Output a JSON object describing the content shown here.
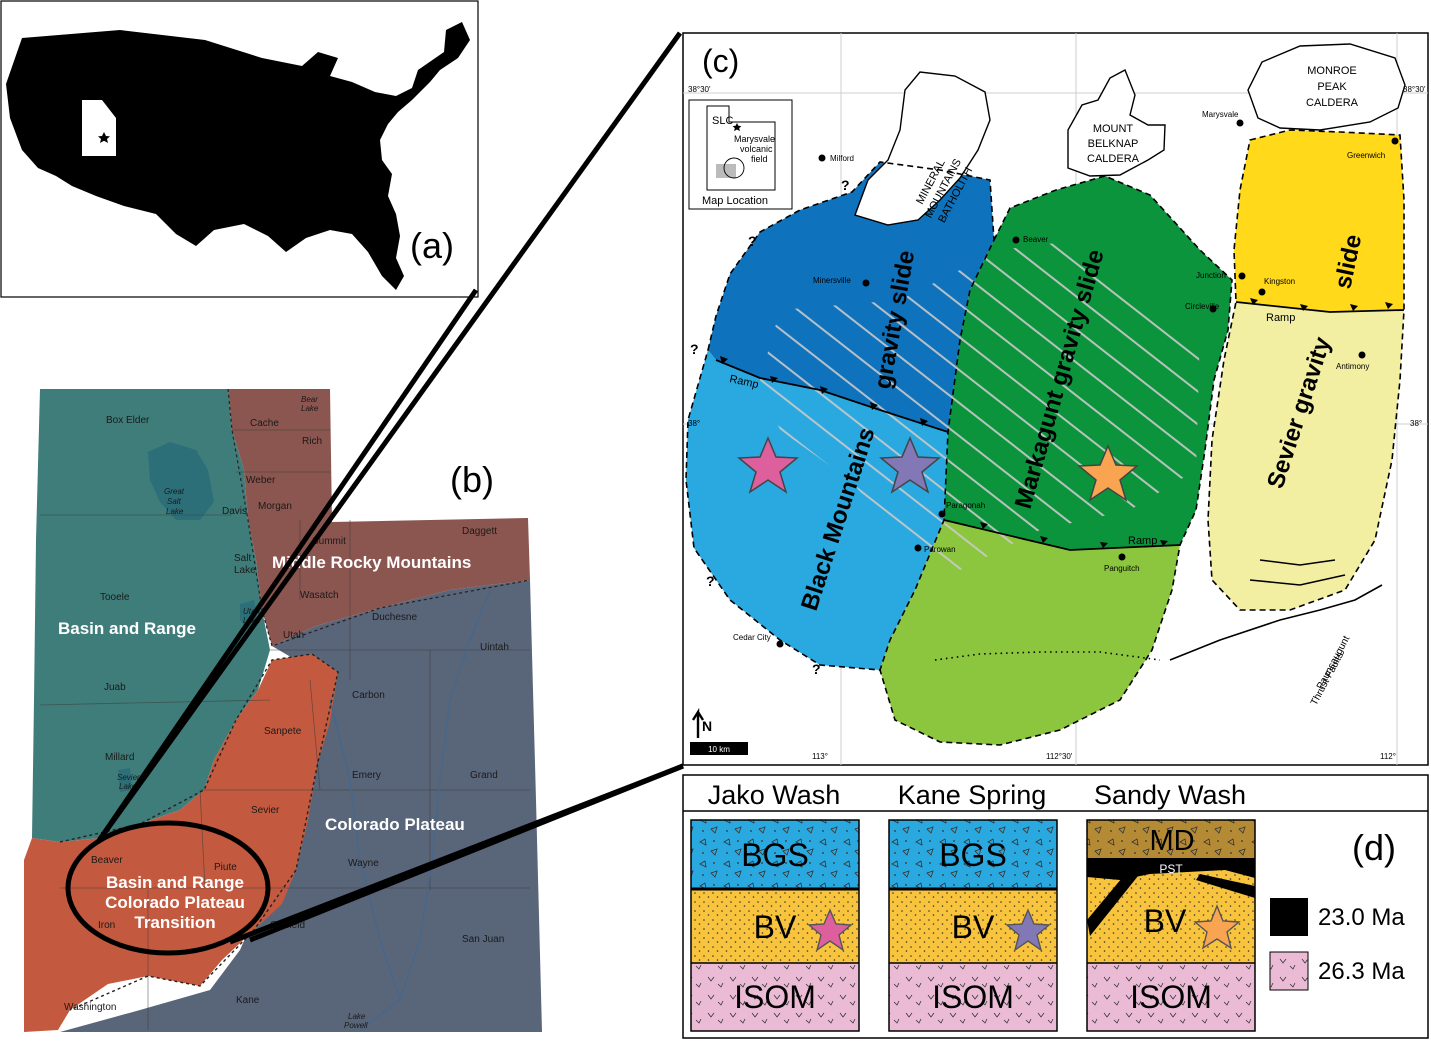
{
  "panels": {
    "a": "(a)",
    "b": "(b)",
    "c": "(c)",
    "d": "(d)"
  },
  "colors": {
    "basin_range": "#3f7d7a",
    "rocky": "#8b5650",
    "plateau": "#596579",
    "transition": "#c35a3f",
    "black_mtn_north": "#0f72bc",
    "black_mtn_south": "#2aa8e0",
    "markagunt_north": "#0c943d",
    "markagunt_south": "#8cc63f",
    "sevier_north": "#ffd91a",
    "sevier_south": "#f2eea2",
    "bgs": "#2aa8e0",
    "bv": "#f8c43d",
    "isom": "#ebbbd6",
    "md": "#b58a35",
    "star_pink": "#de5f9e",
    "star_purple": "#8378b6",
    "star_orange": "#f8a451"
  },
  "utah": {
    "regions": {
      "basin_range": "Basin and Range",
      "rocky": "Middle Rocky Mountains",
      "plateau": "Colorado Plateau",
      "transition_1": "Basin and Range",
      "transition_2": "Colorado Plateau",
      "transition_3": "Transition"
    },
    "counties": {
      "box_elder": "Box Elder",
      "cache": "Cache",
      "rich": "Rich",
      "weber": "Weber",
      "davis": "Davis",
      "morgan": "Morgan",
      "daggett": "Daggett",
      "summit": "Summit",
      "salt_lake_1": "Salt",
      "salt_lake_2": "Lake",
      "tooele": "Tooele",
      "wasatch": "Wasatch",
      "duchesne": "Duchesne",
      "uintah": "Uintah",
      "utah": "Utah",
      "juab": "Juab",
      "carbon": "Carbon",
      "sanpete": "Sanpete",
      "millard": "Millard",
      "emery": "Emery",
      "grand": "Grand",
      "sevier": "Sevier",
      "beaver": "Beaver",
      "piute": "Piute",
      "wayne": "Wayne",
      "garfield": "Garfield",
      "iron": "Iron",
      "san_juan": "San Juan",
      "washington": "Washington",
      "kane": "Kane"
    },
    "water": {
      "bear_lake_1": "Bear",
      "bear_lake_2": "Lake",
      "gsl_1": "Great",
      "gsl_2": "Salt",
      "gsl_3": "Lake",
      "utah_lake_1": "Utah",
      "utah_lake_2": "Lake",
      "sevier_lake_1": "Sevier",
      "sevier_lake_2": "Lake",
      "lake_powell_1": "Lake",
      "lake_powell_2": "Powell"
    }
  },
  "map_c": {
    "lat_top": "38°30'",
    "lat_top_right": "38°30'",
    "lat_mid_left": "38°",
    "lat_mid_right": "38°",
    "lon_113": "113°",
    "lon_11230": "112°30'",
    "lon_112": "112°",
    "inset": {
      "slc": "SLC",
      "field_1": "Marysvale",
      "field_2": "volcanic",
      "field_3": "field",
      "caption": "Map Location"
    },
    "features": {
      "mineral_1": "MINERAL",
      "mineral_2": "MOUNTAINS",
      "mineral_3": "BATHOLITH",
      "belknap_1": "MOUNT",
      "belknap_2": "BELKNAP",
      "belknap_3": "CALDERA",
      "monroe_1": "MONROE",
      "monroe_2": "PEAK",
      "monroe_3": "CALDERA"
    },
    "slides": {
      "black_mtn_1": "gravity slide",
      "black_mtn_2": "Black Mountains",
      "markagunt": "Markagunt gravity slide",
      "sevier_1": "slide",
      "sevier_2": "Sevier gravity"
    },
    "towns": {
      "milford": "Milford",
      "minersville": "Minersville",
      "beaver": "Beaver",
      "marysvale": "Marysvale",
      "greenwich": "Greenwich",
      "junction": "Junction",
      "kingston": "Kingston",
      "circleville": "Circleville",
      "antimony": "Antimony",
      "paragonah": "Paragonah",
      "parowan": "Parowan",
      "panguitch": "Panguitch",
      "cedar_city": "Cedar City"
    },
    "ramp_1": "Ramp",
    "ramp_2": "Ramp",
    "ramp_3": "Ramp",
    "faults_1": "Paunsaugunt",
    "faults_2": "Thrust Faults",
    "query": "?",
    "north": "N",
    "scale": "10 km"
  },
  "sections": [
    {
      "name": "Jako Wash",
      "upper": "BGS",
      "middle": "BV",
      "lower": "ISOM"
    },
    {
      "name": "Kane Spring",
      "upper": "BGS",
      "middle": "BV",
      "lower": "ISOM"
    },
    {
      "name": "Sandy Wash",
      "upper": "MD",
      "pst": "PST",
      "middle": "BV",
      "lower": "ISOM"
    }
  ],
  "legend": [
    {
      "label": "23.0 Ma"
    },
    {
      "label": "26.3 Ma"
    }
  ]
}
